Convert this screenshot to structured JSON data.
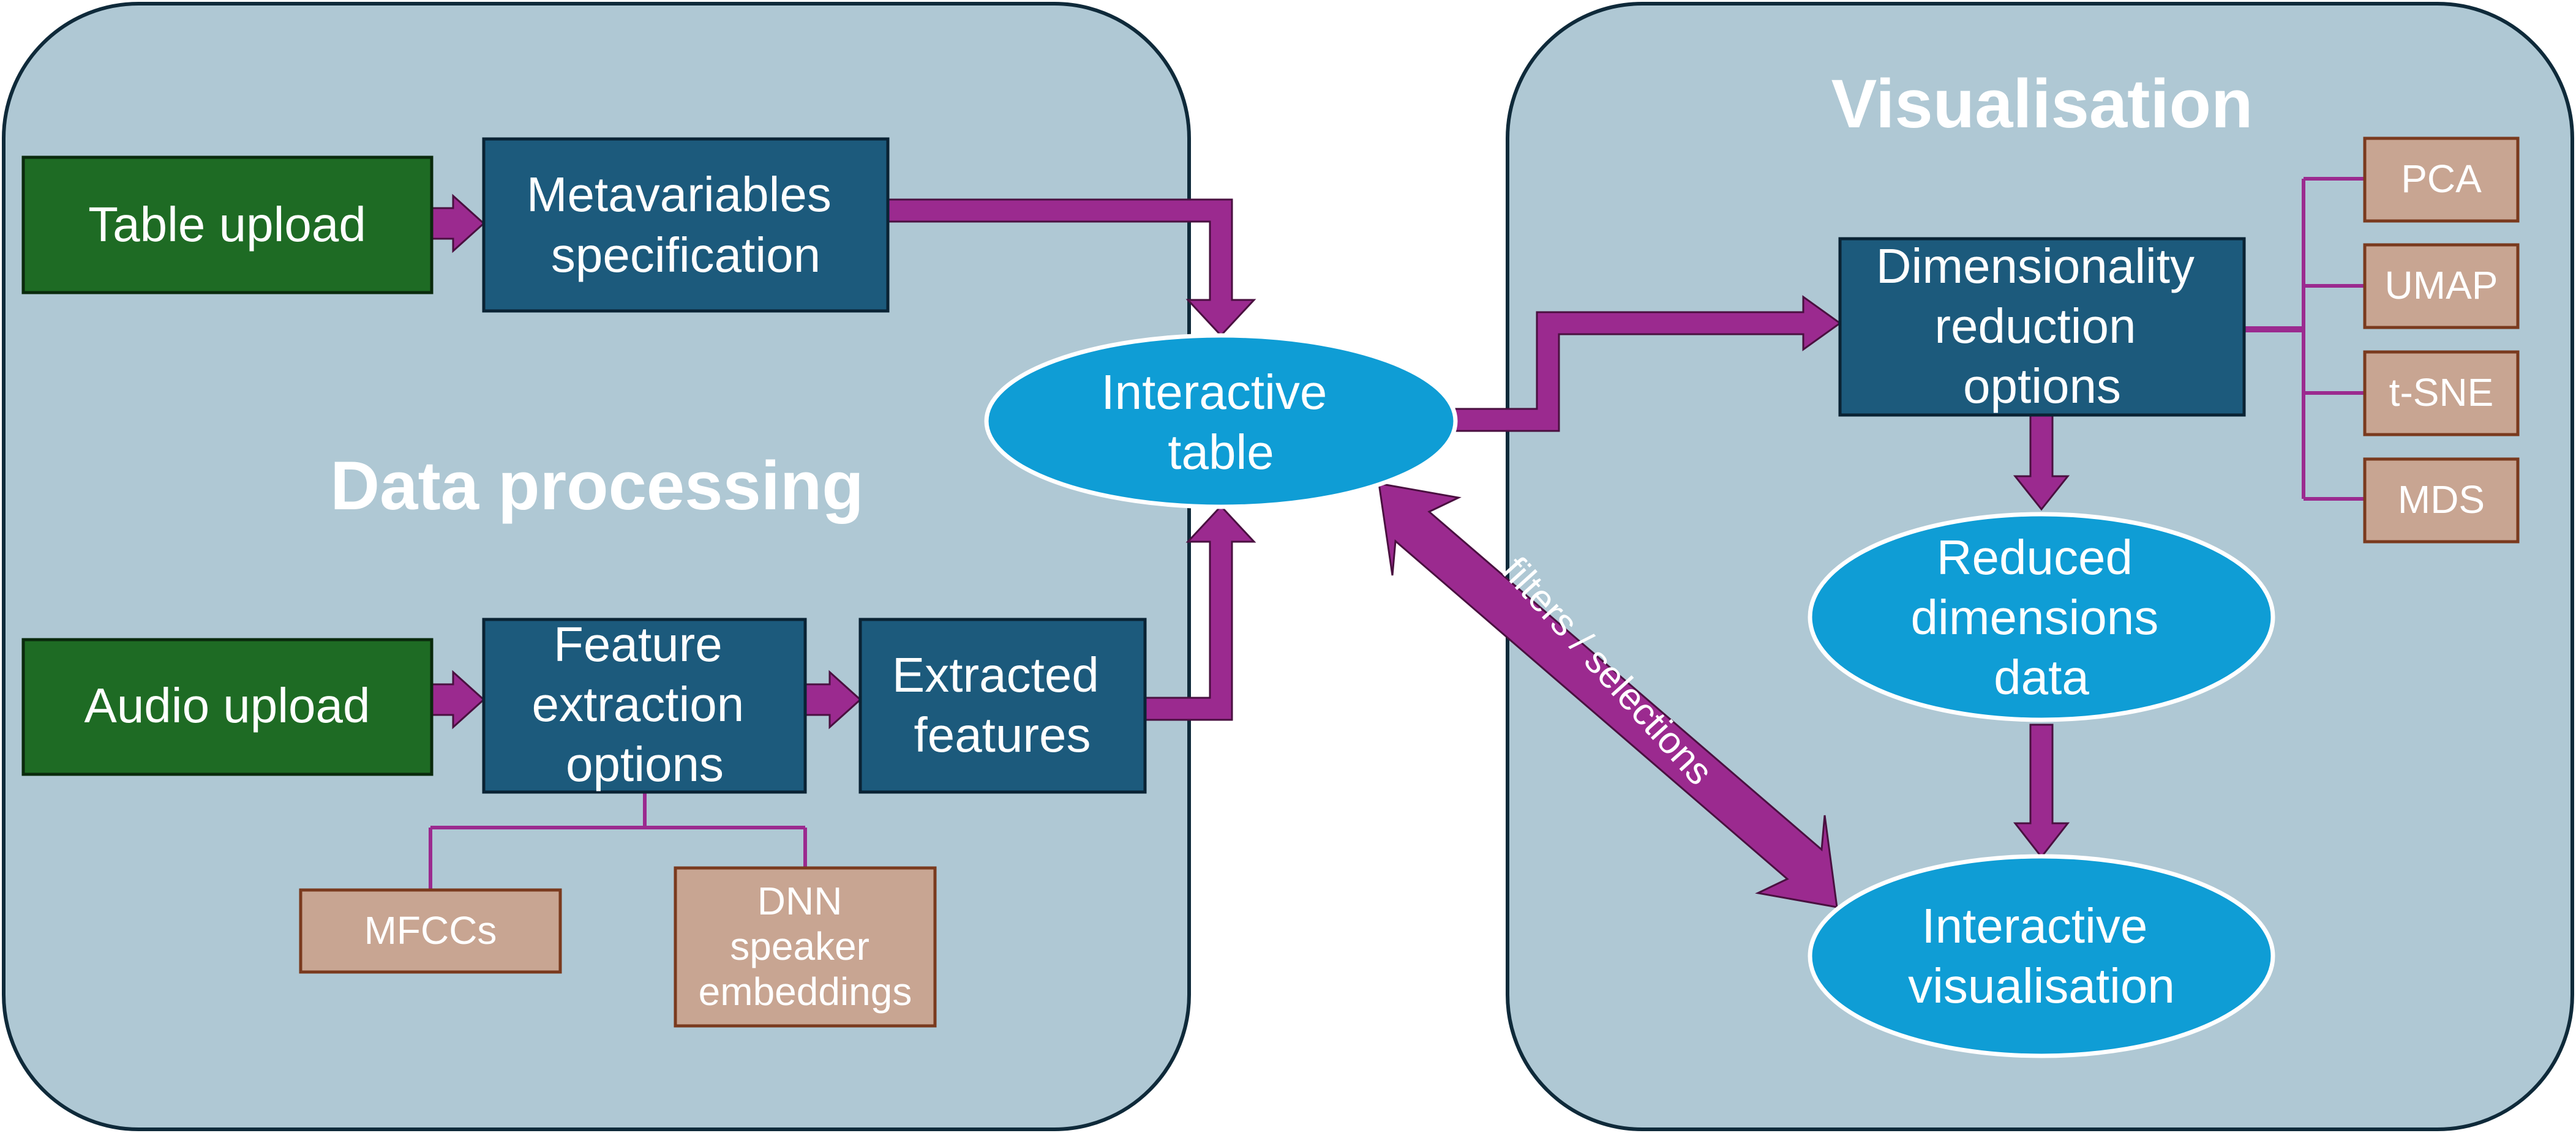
{
  "panels": {
    "left_title": "Data processing",
    "right_title": "Visualisation"
  },
  "nodes": {
    "table_upload": "Table upload",
    "metavariables": [
      "Metavariables",
      "specification"
    ],
    "audio_upload": "Audio upload",
    "feature_extraction": [
      "Feature",
      "extraction",
      "options"
    ],
    "extracted_features": [
      "Extracted",
      "features"
    ],
    "interactive_table": [
      "Interactive",
      "table"
    ],
    "dim_reduction": [
      "Dimensionality",
      "reduction",
      "options"
    ],
    "reduced_data": [
      "Reduced",
      "dimensions",
      "data"
    ],
    "interactive_vis": [
      "Interactive",
      "visualisation"
    ]
  },
  "options": {
    "mfccs": "MFCCs",
    "dnn": [
      "DNN",
      "speaker",
      "embeddings"
    ],
    "pca": "PCA",
    "umap": "UMAP",
    "tsne": "t-SNE",
    "mds": "MDS"
  },
  "edge_labels": {
    "filters": "filters / selections"
  },
  "colors": {
    "panel_fill": "#afc8d4",
    "panel_stroke": "#0f2a3a",
    "upload_green": "#1e6b24",
    "process_blue": "#1c5a7c",
    "ellipse_cyan": "#0f9dd5",
    "option_tan": "#c8a592",
    "option_stroke": "#7a3a1e",
    "arrow_purple": "#9b2a8f"
  }
}
